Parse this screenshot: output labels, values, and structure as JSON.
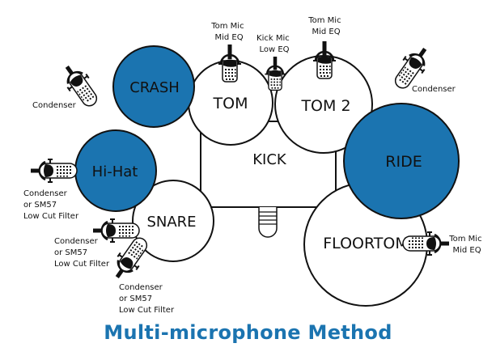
{
  "title": "Multi-microphone Method",
  "colors": {
    "cymbal_fill": "#1b74b0",
    "drum_fill": "#ffffff",
    "outline": "#111111",
    "title": "#1b74b0"
  },
  "drums": {
    "crash": "CRASH",
    "tom": "TOM",
    "tom2": "TOM 2",
    "kick": "KICK",
    "hihat": "Hi-Hat",
    "ride": "RIDE",
    "snare": "SNARE",
    "floortom": "FLOORTOM"
  },
  "mics": {
    "overhead_left": {
      "type": "condenser",
      "lines": [
        "Condenser"
      ]
    },
    "overhead_right": {
      "type": "condenser",
      "lines": [
        "Condenser"
      ]
    },
    "tom": {
      "type": "tom-mic",
      "lines": [
        "Tom Mic",
        "Mid EQ"
      ]
    },
    "kick": {
      "type": "kick-mic",
      "lines": [
        "Kick Mic",
        "Low EQ"
      ]
    },
    "tom2": {
      "type": "tom-mic",
      "lines": [
        "Tom Mic",
        "Mid EQ"
      ]
    },
    "hihat": {
      "type": "condenser",
      "lines": [
        "Condenser",
        "or SM57",
        "Low Cut Filter"
      ]
    },
    "snare_top": {
      "type": "condenser",
      "lines": [
        "Condenser",
        "or SM57",
        "Low Cut Filter"
      ]
    },
    "snare_bottom": {
      "type": "condenser",
      "lines": [
        "Condenser",
        "or SM57",
        "Low Cut Filter"
      ]
    },
    "floortom": {
      "type": "tom-mic",
      "lines": [
        "Tom Mic",
        "Mid EQ"
      ]
    }
  }
}
